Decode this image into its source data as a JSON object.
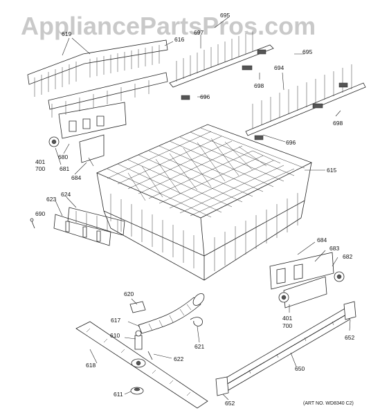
{
  "watermark": "AppliancePartsPros.com",
  "art_note": "(ART NO. WD8340 C2)",
  "labels": {
    "p619": "619",
    "p616": "616",
    "p695a": "695",
    "p697": "697",
    "p698a": "698",
    "p696a": "696",
    "p695b": "695",
    "p694": "694",
    "p698b": "698",
    "p696b": "696",
    "p680": "680",
    "p401a": "401",
    "p700a": "700",
    "p681": "681",
    "p684a": "684",
    "p615": "615",
    "p624": "624",
    "p623": "623",
    "p690": "690",
    "p684b": "684",
    "p683": "683",
    "p682": "682",
    "p401b": "401",
    "p700b": "700",
    "p620": "620",
    "p617": "617",
    "p610": "610",
    "p621": "621",
    "p618": "618",
    "p622": "622",
    "p611": "611",
    "p652a": "652",
    "p650": "650",
    "p652b": "652"
  }
}
